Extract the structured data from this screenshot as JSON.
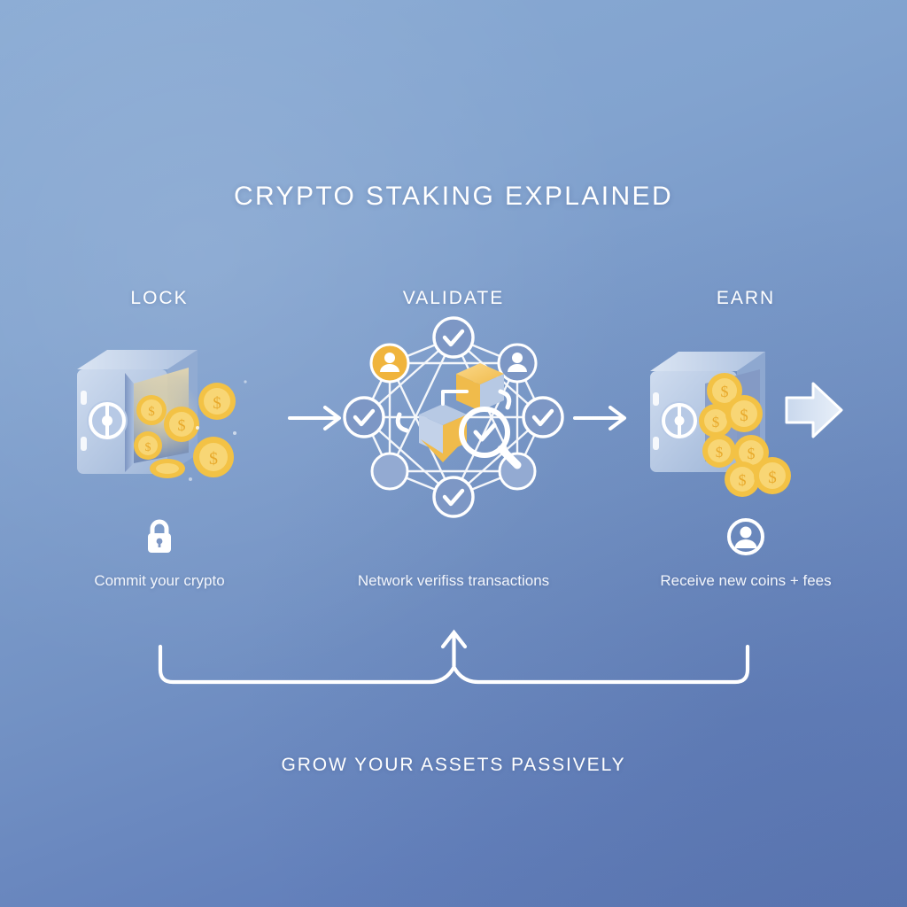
{
  "poster": {
    "title": "CRYPTO STAKING EXPLAINED",
    "footer": "GROW YOUR ASSETS PASSIVELY",
    "background_top_color": "#8aabd4",
    "background_bottom_color": "#5b76b2",
    "text_color": "#ffffff",
    "coin_color": "#f5c242",
    "vault_color": "#b9cbe6",
    "accent_node_color": "#f0b43c"
  },
  "steps": [
    {
      "label": "LOCK",
      "caption": "Commit your crypto",
      "art_icon": "open-vault-with-coins-icon",
      "badge_icon": "padlock-icon"
    },
    {
      "label": "VALIDATE",
      "caption": "Network verifiss transactions",
      "art_icon": "network-octagon-icon",
      "badge_icon": "none"
    },
    {
      "label": "EARN",
      "caption": "Receive new coins + fees",
      "art_icon": "vault-overflowing-coins-icon",
      "badge_icon": "user-avatar-icon"
    }
  ],
  "connectors": [
    {
      "icon": "arrow-right-icon",
      "from": "LOCK",
      "to": "VALIDATE"
    },
    {
      "icon": "arrow-right-icon",
      "from": "VALIDATE",
      "to": "EARN"
    }
  ],
  "loop": {
    "icon": "brace-with-up-arrow-icon",
    "description": "cycle brace pointing back up to the flow"
  }
}
